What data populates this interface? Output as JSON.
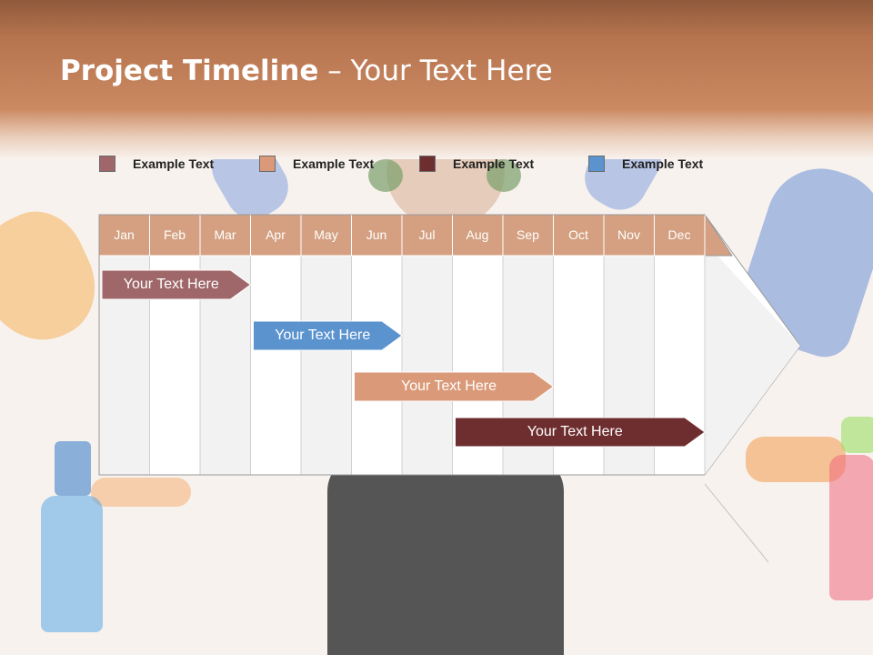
{
  "title": {
    "bold": "Project Timeline",
    "rest": " – Your Text Here"
  },
  "legend": [
    {
      "label": "Example Text",
      "color": "#a0676a"
    },
    {
      "label": "Example Text",
      "color": "#da9a79"
    },
    {
      "label": "Example Text",
      "color": "#6e2e2f"
    },
    {
      "label": "Example Text",
      "color": "#5b93cf"
    }
  ],
  "months": [
    "Jan",
    "Feb",
    "Mar",
    "Apr",
    "May",
    "Jun",
    "Jul",
    "Aug",
    "Sep",
    "Oct",
    "Nov",
    "Dec"
  ],
  "tasks": [
    {
      "label": "Your  Text Here",
      "start_month": "Jan",
      "end_month": "Mar",
      "color": "#a0676a"
    },
    {
      "label": "Your  Text Here",
      "start_month": "Apr",
      "end_month": "Jun",
      "color": "#5b93cf"
    },
    {
      "label": "Your  Text Here",
      "start_month": "Jun",
      "end_month": "Sep",
      "color": "#da9a79"
    },
    {
      "label": "Your  Text Here",
      "start_month": "Aug",
      "end_month": "Dec",
      "color": "#6e2e2f"
    }
  ],
  "colors": {
    "header_band": "#c27a52",
    "month_header": "#d4a081",
    "column_shaded": "#f2f2f2",
    "column_white": "#ffffff",
    "grid_line": "#d0d0d0"
  }
}
